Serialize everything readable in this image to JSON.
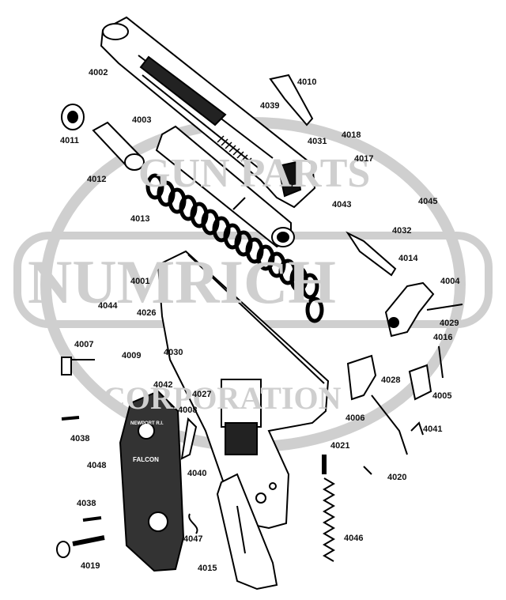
{
  "watermark": {
    "top_arc": "GUN PARTS",
    "center": "NUMRICH",
    "bottom_arc": "CORPORATION",
    "color": "#c8c8c8"
  },
  "grip_panel_text": [
    "FALCON",
    "NEWPORT R.I."
  ],
  "parts": [
    {
      "id": "4002"
    },
    {
      "id": "4010"
    },
    {
      "id": "4039"
    },
    {
      "id": "4011"
    },
    {
      "id": "4003"
    },
    {
      "id": "4031"
    },
    {
      "id": "4018"
    },
    {
      "id": "4017"
    },
    {
      "id": "4012"
    },
    {
      "id": "4043"
    },
    {
      "id": "4045"
    },
    {
      "id": "4013"
    },
    {
      "id": "4032"
    },
    {
      "id": "4014"
    },
    {
      "id": "4001"
    },
    {
      "id": "4004"
    },
    {
      "id": "4044"
    },
    {
      "id": "4026"
    },
    {
      "id": "4029"
    },
    {
      "id": "4007"
    },
    {
      "id": "4016"
    },
    {
      "id": "4009"
    },
    {
      "id": "4030"
    },
    {
      "id": "4028"
    },
    {
      "id": "4042"
    },
    {
      "id": "4027"
    },
    {
      "id": "4005"
    },
    {
      "id": "4008"
    },
    {
      "id": "4006"
    },
    {
      "id": "4038"
    },
    {
      "id": "4041"
    },
    {
      "id": "4021"
    },
    {
      "id": "4048"
    },
    {
      "id": "4040"
    },
    {
      "id": "4020"
    },
    {
      "id": "4038"
    },
    {
      "id": "4047"
    },
    {
      "id": "4046"
    },
    {
      "id": "4019"
    },
    {
      "id": "4015"
    }
  ]
}
